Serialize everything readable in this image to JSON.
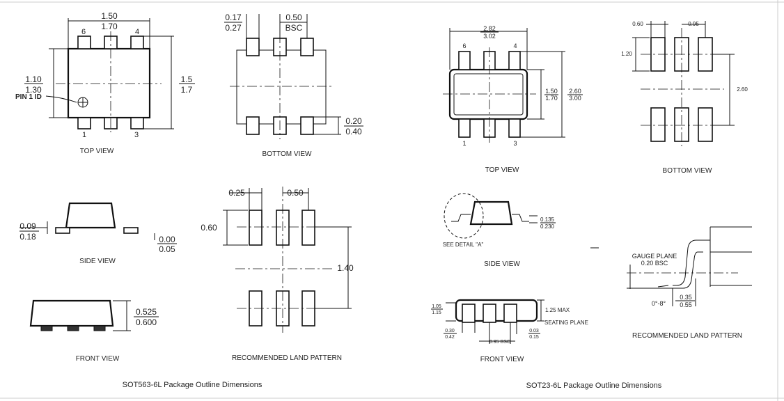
{
  "sot563": {
    "top_view": {
      "dim_w_min": "1.50",
      "dim_w_max": "1.70",
      "dim_h_min": "1.10",
      "dim_h_max": "1.30",
      "dim_ht_min": "1.5",
      "dim_ht_max": "1.7",
      "pin_1_id": "PIN 1 ID",
      "pin6": "6",
      "pin4": "4",
      "pin1": "1",
      "pin3": "3",
      "caption": "TOP VIEW"
    },
    "bottom_view": {
      "lead_w_min": "0.17",
      "lead_w_max": "0.27",
      "pitch": "0.50",
      "pitch_note": "BSC",
      "lead_l_min": "0.20",
      "lead_l_max": "0.40",
      "caption": "BOTTOM VIEW"
    },
    "side_view": {
      "standoff_min": "0.09",
      "standoff_max": "0.18",
      "lead_t_min": "0.00",
      "lead_t_max": "0.05",
      "caption": "SIDE VIEW"
    },
    "front_view": {
      "height_min": "0.525",
      "height_max": "0.600",
      "caption": "FRONT VIEW"
    },
    "land_pattern": {
      "pad_w": "0.25",
      "pitch": "0.50",
      "pad_h": "0.60",
      "span": "1.40",
      "caption": "RECOMMENDED LAND PATTERN"
    },
    "title": "SOT563-6L Package Outline Dimensions"
  },
  "sot23": {
    "top_view": {
      "dim_l_min": "2.82",
      "dim_l_max": "3.02",
      "body_w_min": "1.50",
      "body_w_max": "1.70",
      "total_w_min": "2.60",
      "total_w_max": "3.00",
      "pin6": "6",
      "pin4": "4",
      "pin1": "1",
      "pin3": "3",
      "caption": "TOP VIEW"
    },
    "bottom_view": {
      "pad_w": "0.60",
      "pitch": "0.95",
      "pad_h": "1.20",
      "span": "2.60",
      "caption": "BOTTOM VIEW"
    },
    "side_view": {
      "detail_label": "SEE DETAIL \"A\"",
      "lead_t_min": "0.135",
      "lead_t_max": "0.230",
      "caption": "SIDE VIEW"
    },
    "front_view": {
      "standoff_min": "1.05",
      "standoff_max": "1.15",
      "max_height": "1.25 MAX",
      "seating_plane": "SEATING PLANE",
      "lead_w_min": "0.30",
      "lead_w_max": "0.42",
      "gap_min": "0.03",
      "gap_max": "0.15",
      "pitch": "0.95 BSC",
      "caption": "FRONT VIEW"
    },
    "detail": {
      "gauge_plane": "GAUGE PLANE",
      "gauge_value": "0.20 BSC",
      "angle": "0°-8°",
      "foot_min": "0.35",
      "foot_max": "0.55",
      "caption": "RECOMMENDED LAND PATTERN"
    },
    "title": "SOT23-6L Package Outline Dimensions"
  }
}
